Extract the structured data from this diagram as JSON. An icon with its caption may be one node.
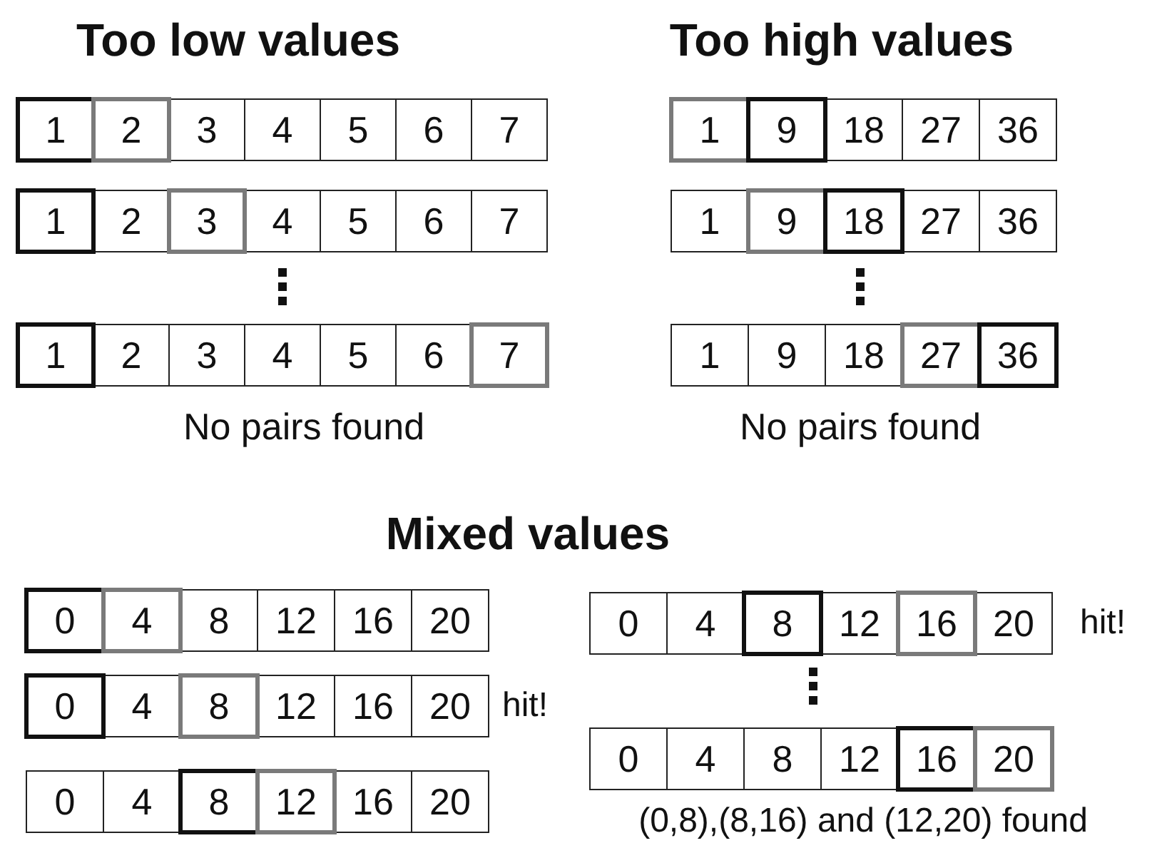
{
  "diagram": {
    "nodes": [
      {
        "text": [
          "1"
        ]
      },
      {
        "text": [
          "2"
        ]
      },
      {
        "text": [
          "3"
        ]
      },
      {
        "text": [
          "4"
        ]
      },
      {
        "text": [
          "5"
        ]
      },
      {
        "text": [
          "6"
        ]
      },
      {
        "text": [
          "7"
        ]
      },
      {
        "text": [
          "1"
        ]
      },
      {
        "text": [
          "2"
        ]
      },
      {
        "text": [
          "3"
        ]
      },
      {
        "text": [
          "4"
        ]
      },
      {
        "text": [
          "5"
        ]
      },
      {
        "text": [
          "6"
        ]
      },
      {
        "text": [
          "7"
        ]
      },
      {
        "text": [
          "1"
        ]
      },
      {
        "text": [
          "2"
        ]
      },
      {
        "text": [
          "3"
        ]
      },
      {
        "text": [
          "4"
        ]
      },
      {
        "text": [
          "5"
        ]
      },
      {
        "text": [
          "6"
        ]
      },
      {
        "text": [
          "7"
        ]
      },
      {
        "text": [
          "1"
        ]
      },
      {
        "text": [
          "9"
        ]
      },
      {
        "text": [
          "18"
        ]
      },
      {
        "text": [
          "27"
        ]
      },
      {
        "text": [
          "36"
        ]
      },
      {
        "text": [
          "1"
        ]
      },
      {
        "text": [
          "9"
        ]
      },
      {
        "text": [
          "18"
        ]
      },
      {
        "text": [
          "27"
        ]
      },
      {
        "text": [
          "36"
        ]
      },
      {
        "text": [
          "1"
        ]
      },
      {
        "text": [
          "9"
        ]
      },
      {
        "text": [
          "18"
        ]
      },
      {
        "text": [
          "27"
        ]
      },
      {
        "text": [
          "36"
        ]
      },
      {
        "text": [
          "0"
        ]
      },
      {
        "text": [
          "4"
        ]
      },
      {
        "text": [
          "8"
        ]
      },
      {
        "text": [
          "12"
        ]
      },
      {
        "text": [
          "16"
        ]
      },
      {
        "text": [
          "20"
        ]
      },
      {
        "text": [
          "0"
        ]
      },
      {
        "text": [
          "4"
        ]
      },
      {
        "text": [
          "8"
        ]
      },
      {
        "text": [
          "12"
        ]
      },
      {
        "text": [
          "16"
        ]
      },
      {
        "text": [
          "20"
        ]
      },
      {
        "text": [
          "0"
        ]
      },
      {
        "text": [
          "4"
        ]
      },
      {
        "text": [
          "8"
        ]
      },
      {
        "text": [
          "12"
        ]
      },
      {
        "text": [
          "16"
        ]
      },
      {
        "text": [
          "20"
        ]
      },
      {
        "text": [
          "0"
        ]
      },
      {
        "text": [
          "4"
        ]
      },
      {
        "text": [
          "8"
        ]
      },
      {
        "text": [
          "12"
        ]
      },
      {
        "text": [
          "16"
        ]
      },
      {
        "text": [
          "20"
        ]
      },
      {
        "text": [
          "0"
        ]
      },
      {
        "text": [
          "4"
        ]
      },
      {
        "text": [
          "8"
        ]
      },
      {
        "text": [
          "12"
        ]
      },
      {
        "text": [
          "16"
        ]
      },
      {
        "text": [
          "20"
        ]
      }
    ],
    "labels": [
      "Too low values",
      "Too high values",
      "No pairs found",
      "No pairs found",
      "Mixed values",
      "hit!",
      "hit!",
      "(0,8),(8,16) and (12,20) found"
    ]
  }
}
